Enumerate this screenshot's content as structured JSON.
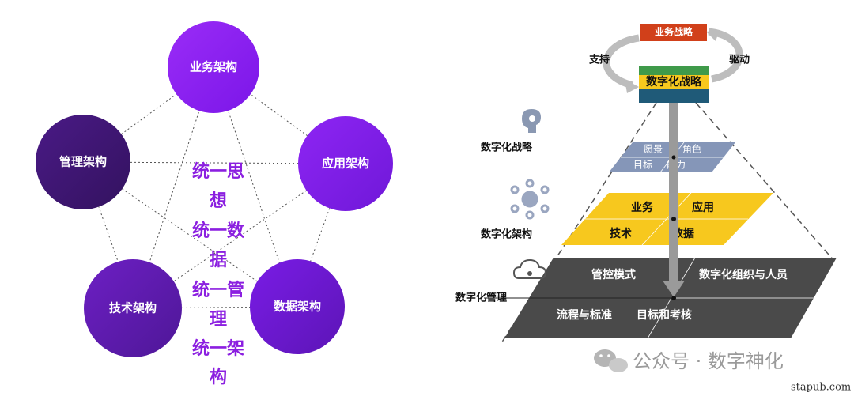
{
  "colors": {
    "node_dark": "#3b1670",
    "node_mid": "#5a1aa8",
    "node_light": "#8a20f0",
    "center_text": "#8b1fe0",
    "strategy_red": "#d1401a",
    "layer_blue": "#8596b8",
    "layer_yellow": "#f7c81e",
    "layer_dark": "#4a4a4a"
  },
  "left": {
    "nodes": {
      "business": "业务架构",
      "application": "应用架构",
      "data": "数据架构",
      "technology": "技术架构",
      "management": "管理架构"
    },
    "center_lines": [
      "统一思",
      "想",
      "统一数",
      "据",
      "统一管",
      "理",
      "统一架",
      "构"
    ]
  },
  "right": {
    "top_box": "业务战略",
    "support": "支持",
    "drive": "驱动",
    "strategy_box": "数字化战略",
    "layers": {
      "strategy": {
        "label": "数字化战略",
        "items": [
          "愿景",
          "角色",
          "目标",
          "能力"
        ]
      },
      "architecture": {
        "label": "数字化架构",
        "items": [
          "业务",
          "应用",
          "技术",
          "数据"
        ]
      },
      "management": {
        "label": "数字化管理",
        "items": [
          "管控模式",
          "数字化组织与人员",
          "流程与标准",
          "目标和考核"
        ]
      }
    }
  },
  "watermark": {
    "text": "公众号 · 数字神化",
    "site": "stapub.com",
    "icon": "wechat-icon"
  }
}
